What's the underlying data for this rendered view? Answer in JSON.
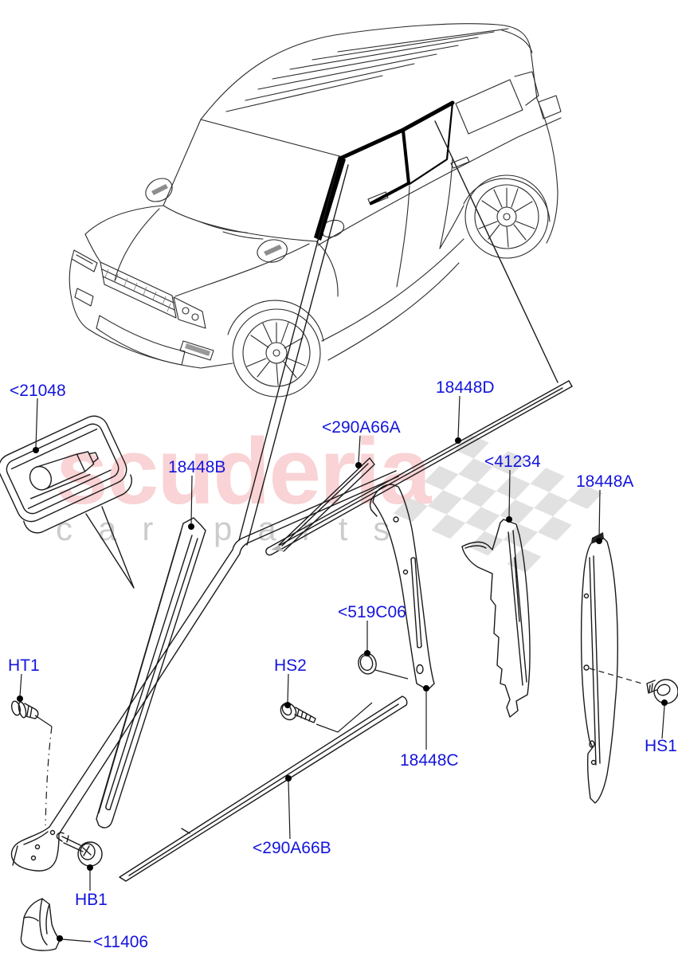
{
  "diagram": {
    "type": "exploded-parts-diagram",
    "subject": "Front doors - exterior mouldings and pillar finishers (SUV)",
    "colors": {
      "label_blue": "#1414dd",
      "watermark_red": "#e8545c",
      "watermark_gray": "#9a9a9a",
      "line": "#2b2b2b"
    }
  },
  "watermark": {
    "brand": "scuderia",
    "sub": "car parts"
  },
  "labels": {
    "l21048": "<21048",
    "l18448B": "18448B",
    "l290A66A": "<290A66A",
    "l18448D": "18448D",
    "l41234": "<41234",
    "l18448A": "18448A",
    "l519C06": "<519C06",
    "lHS2": "HS2",
    "lHT1": "HT1",
    "l18448C": "18448C",
    "lHS1": "HS1",
    "l290A66B": "<290A66B",
    "lHB1": "HB1",
    "l11406": "<11406"
  }
}
